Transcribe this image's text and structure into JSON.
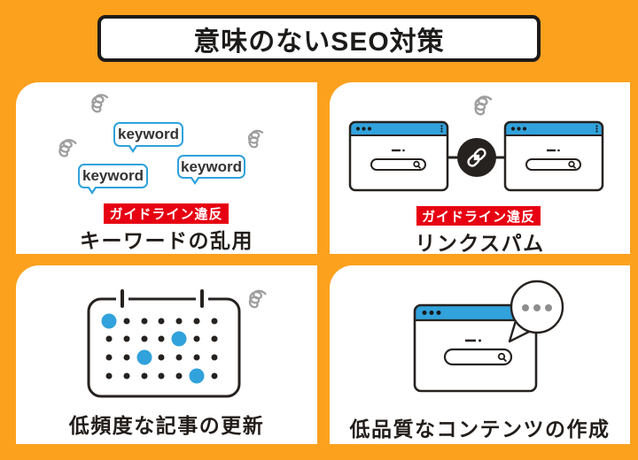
{
  "title": {
    "text": "意味のないSEO対策"
  },
  "panels": [
    {
      "key": "keyword-abuse",
      "badge": "ガイドライン違反",
      "caption": "キーワードの乱用",
      "keywords": [
        "keyword",
        "keyword",
        "keyword"
      ]
    },
    {
      "key": "link-spam",
      "badge": "ガイドライン違反",
      "caption": "リンクスパム"
    },
    {
      "key": "low-frequency-updates",
      "caption": "低頻度な記事の更新"
    },
    {
      "key": "low-quality-content",
      "caption": "低品質なコンテンツの作成"
    }
  ],
  "icons": {
    "scribble": "scribble-icon",
    "browser": "browser-window-icon",
    "link": "link-icon",
    "calendar": "calendar-icon",
    "speech_bubble": "speech-bubble-icon",
    "magnifier": "magnifier-icon"
  },
  "colors": {
    "background_orange": "#FCA11E",
    "accent_blue": "#2FA1DC",
    "badge_red": "#E60012",
    "ink": "#262220",
    "scribble_gray": "#9E9E9E"
  }
}
